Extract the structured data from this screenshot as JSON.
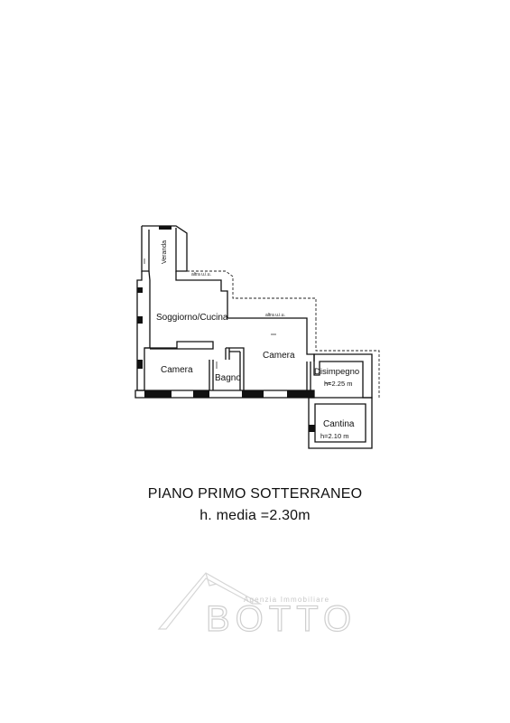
{
  "floor_plan": {
    "rooms": {
      "veranda": "Veranda",
      "soggiorno_cucina": "Soggiorno/Cucina",
      "camera_left": "Camera",
      "bagno": "Bagno",
      "camera_right": "Camera",
      "disimpegno": "Disimpegno",
      "disimpegno_height": "h=2.25 m",
      "cantina": "Cantina",
      "cantina_height": "h=2.10 m"
    },
    "annotations": {
      "altra_uiu_1": "altra u.i.u.",
      "altra_uiu_2": "altra u.i.u."
    }
  },
  "caption": {
    "title": "PIANO PRIMO SOTTERRANEO",
    "subtitle": "h.  media =2.30m"
  },
  "watermark": {
    "tagline": "Agenzia Immobiliare",
    "brand": "BOTTO"
  }
}
